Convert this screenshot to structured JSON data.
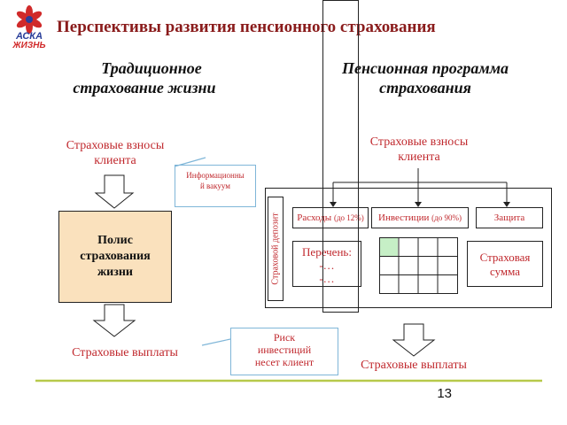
{
  "logo": {
    "line1": "АСКА",
    "line2": "ЖИЗНЬ"
  },
  "title": "Перспективы развития пенсионного страхования",
  "left": {
    "heading": [
      "Традиционное",
      "страхование жизни"
    ],
    "contributions": [
      "Страховые взносы",
      "клиента"
    ],
    "policy": [
      "Полис",
      "страхования",
      "жизни"
    ],
    "payouts": "Страховые выплаты"
  },
  "right": {
    "heading": [
      "Пенсионная программа",
      "страхования"
    ],
    "contributions": [
      "Страховые взносы",
      "клиента"
    ],
    "deposit": "Страховой депозит",
    "expenses": {
      "label": "Расходы",
      "note": "(до 12%)"
    },
    "investments": {
      "label": "Инвестиции",
      "note": "(до 90%)"
    },
    "protection": "Защита",
    "list": [
      "Перечень:",
      "-…",
      "-…"
    ],
    "sum_insured": [
      "Страховая",
      "сумма"
    ],
    "payouts": "Страховые выплаты"
  },
  "callouts": {
    "info_vacuum": [
      "Информационны",
      "й вакуум"
    ],
    "risk": [
      "Риск",
      "инвестиций",
      "несет клиент"
    ]
  },
  "page_number": "13",
  "colors": {
    "title": "#8a1c1c",
    "accent_red": "#c0282d",
    "policy_fill": "#fae1bd",
    "callout_border": "#7fb6d8",
    "highlight_cell": "#c6efc6",
    "rule": "#b7c94a"
  }
}
